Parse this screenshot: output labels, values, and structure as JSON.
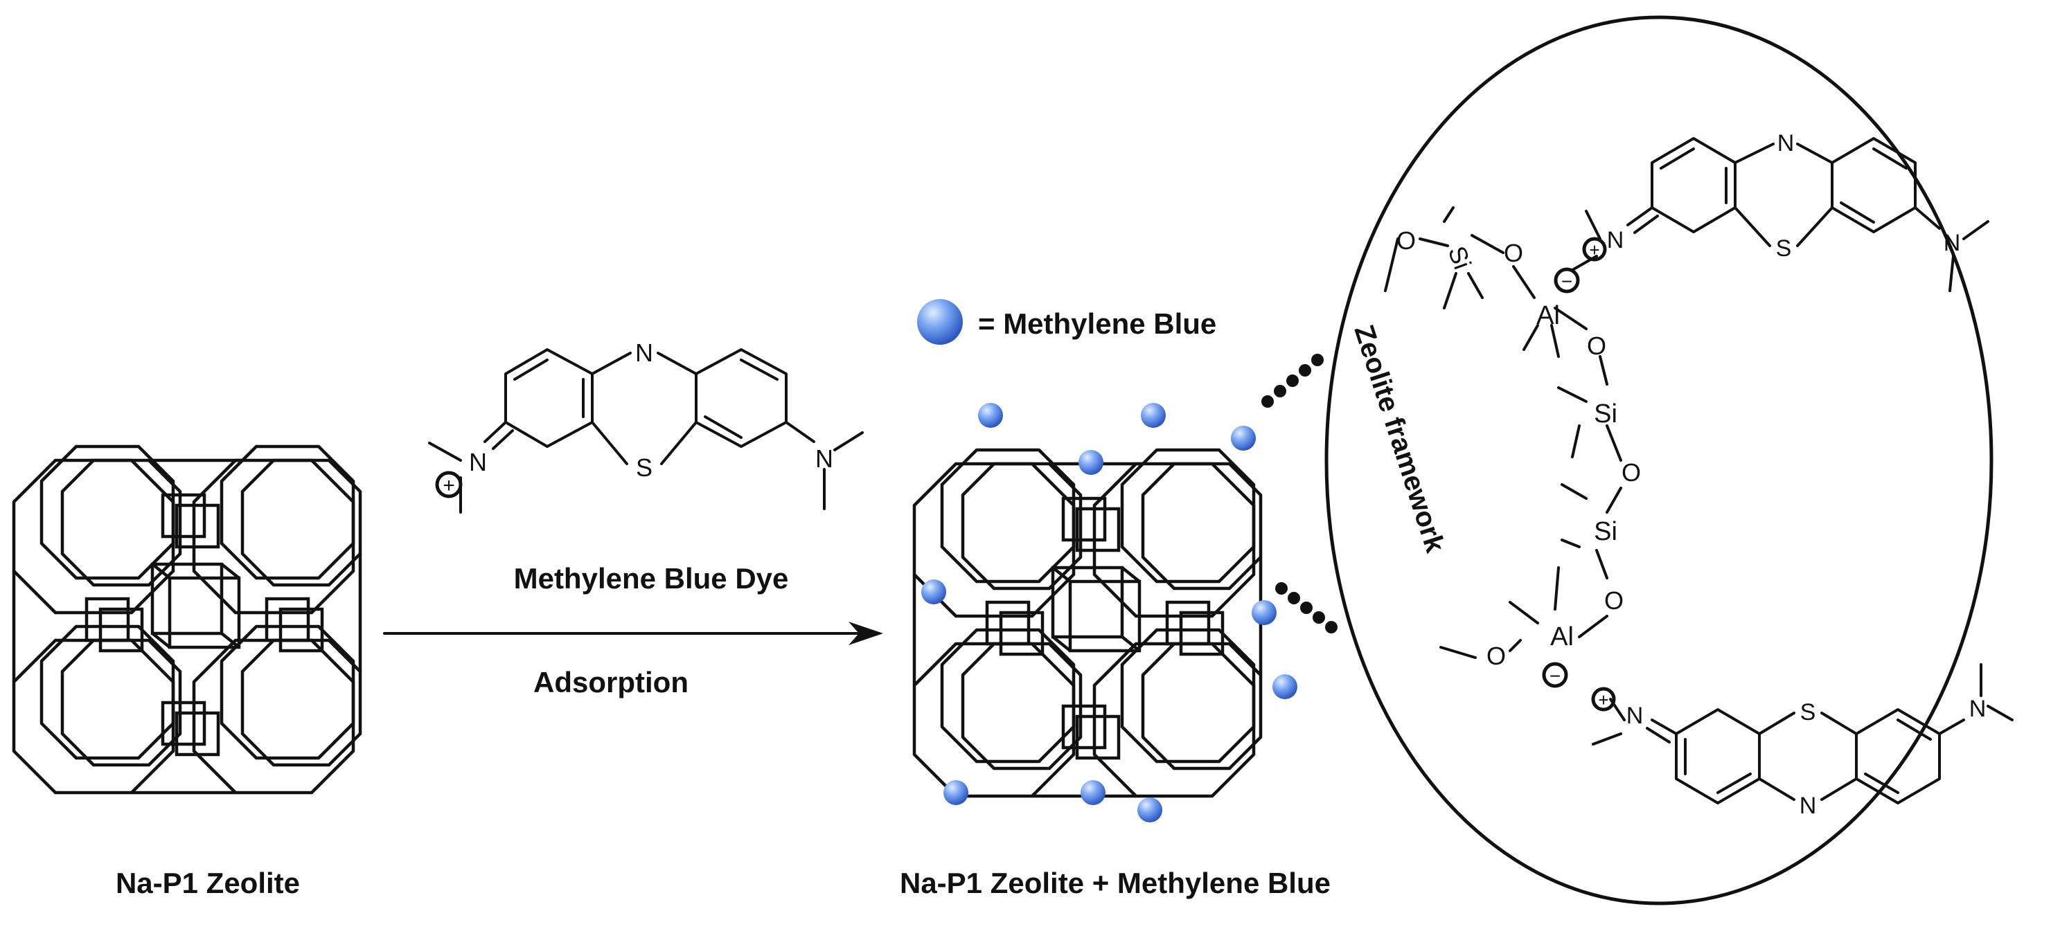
{
  "labels": {
    "reagent": "Methylene Blue Dye",
    "process": "Adsorption",
    "reactant_caption": "Na-P1 Zeolite",
    "product_caption": "Na-P1 Zeolite + Methylene Blue",
    "legend": "= Methylene Blue",
    "zeolite_framework": "Zeolite framework"
  },
  "atoms": {
    "nitrogen": "N",
    "sulfur": "S",
    "oxygen": "O",
    "silicon": "Si",
    "aluminum": "Al",
    "plus": "+",
    "minus": "−"
  },
  "colors": {
    "sphere_light": "#dbe8ff",
    "sphere_mid": "#6f9cf0",
    "sphere_dark": "#2f5fc9",
    "ink": "#111111"
  }
}
